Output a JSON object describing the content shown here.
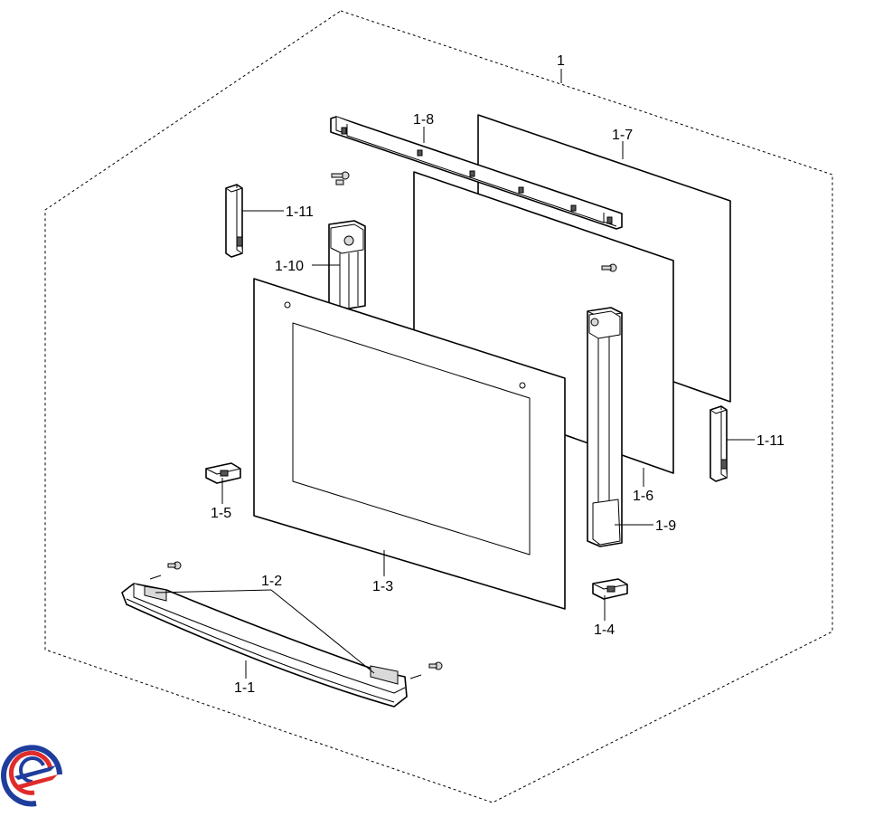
{
  "diagram": {
    "type": "exploded-parts-view",
    "callouts": {
      "c1": "1",
      "c1_1": "1-1",
      "c1_2": "1-2",
      "c1_3": "1-3",
      "c1_4": "1-4",
      "c1_5": "1-5",
      "c1_6": "1-6",
      "c1_7": "1-7",
      "c1_8": "1-8",
      "c1_9": "1-9",
      "c1_10": "1-10",
      "c1_11_left": "1-11",
      "c1_11_right": "1-11"
    },
    "colors": {
      "line": "#000000",
      "background": "#ffffff",
      "logo_blue": "#1f3d9c",
      "logo_red": "#e02b2b"
    },
    "icons": [
      "brand-logo-icon"
    ]
  }
}
